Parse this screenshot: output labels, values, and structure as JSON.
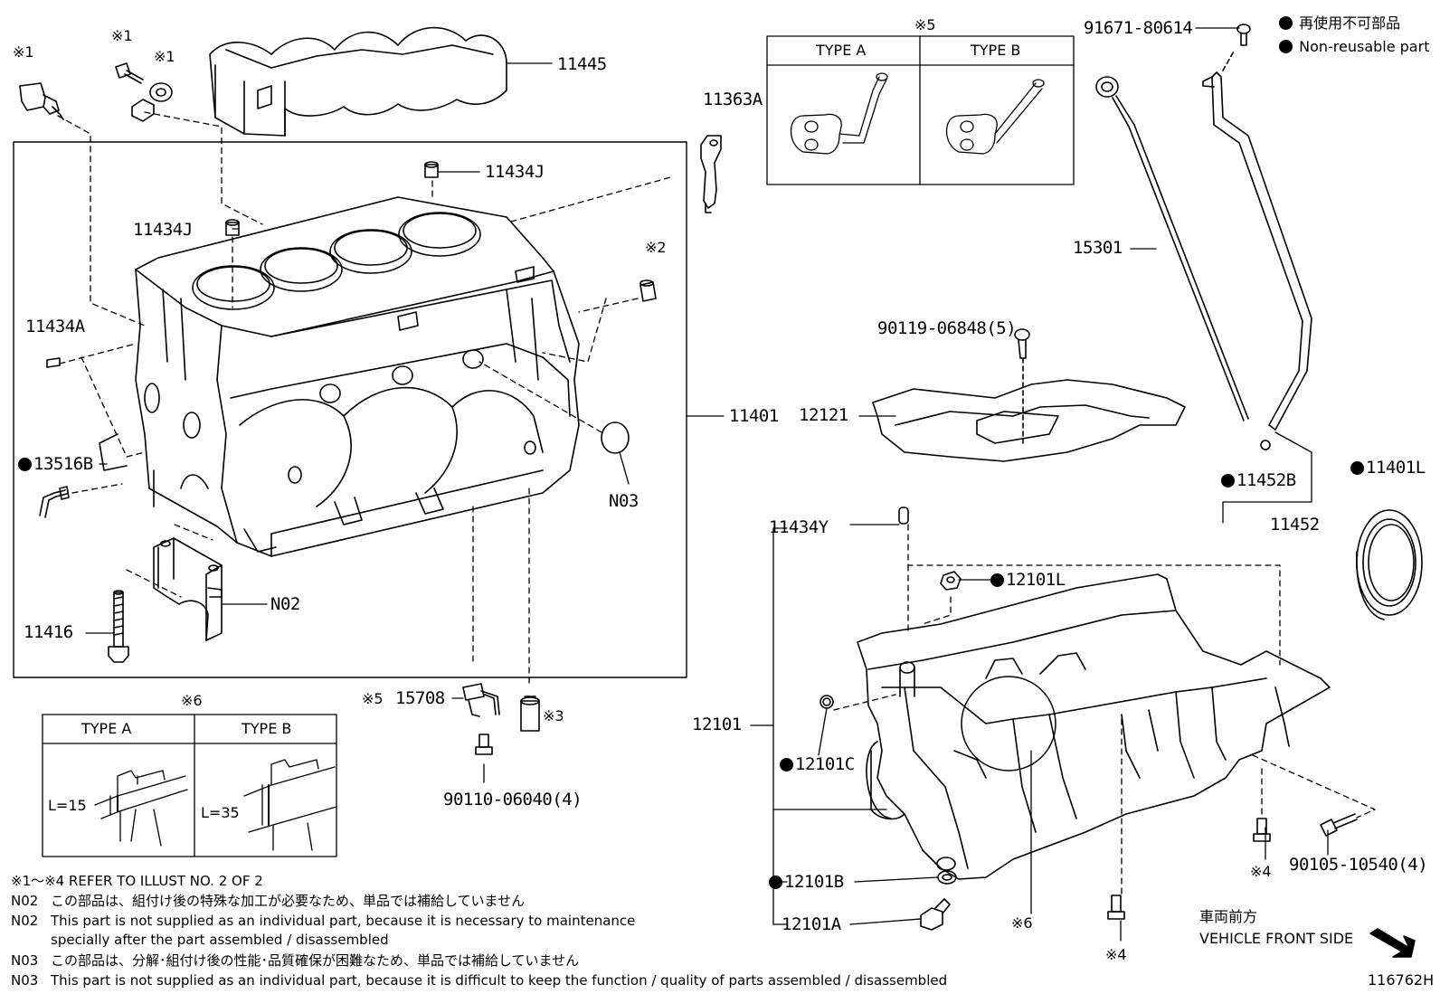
{
  "labels": {
    "p11445": "11445",
    "p11434J_top": "11434J",
    "p11434J_mid": "11434J",
    "p11434A": "11434A",
    "p13516B": "13516B",
    "p11416": "11416",
    "pN02": "N02",
    "pN03": "N03",
    "p11401": "11401",
    "p11363A": "11363A",
    "p15301": "15301",
    "p91671": "91671-80614",
    "p90119": "90119-06848(5)",
    "p12121": "12121",
    "p11452B": "11452B",
    "p11452": "11452",
    "p11401L": "11401L",
    "p11434Y": "11434Y",
    "p12101L": "12101L",
    "p12101": "12101",
    "p12101C": "12101C",
    "p12101B": "12101B",
    "p12101A": "12101A",
    "p15708": "15708",
    "p90110": "90110-06040(4)",
    "p90105": "90105-10540(4)"
  },
  "refs": {
    "r1a": "※1",
    "r1b": "※1",
    "r1c": "※1",
    "r2": "※2",
    "r3": "※3",
    "r4a": "※4",
    "r4b": "※4",
    "r5": "※5",
    "r5b": "※5",
    "r6": "※6",
    "r6b": "※6"
  },
  "legend": {
    "jp": "再使用不可部品",
    "en": "Non-reusable part"
  },
  "table5": {
    "typeA": "TYPE A",
    "typeB": "TYPE B"
  },
  "table6": {
    "typeA": "TYPE A",
    "typeB": "TYPE B",
    "lenA": "L=15",
    "lenB": "L=35"
  },
  "notes": {
    "n0": "※1～※4  REFER TO ILLUST NO. 2 OF 2",
    "n1_code": "N02",
    "n1_text": "この部品は、組付け後の特殊な加工が必要なため、単品では補給していません",
    "n2_code": "N02",
    "n2_text": "This part is not supplied as an individual part, because it is necessary to maintenance",
    "n2b_text": "specially after the part assembled / disassembled",
    "n3_code": "N03",
    "n3_text": "この部品は、分解･組付け後の性能･品質確保が困難なため、単品では補給していません",
    "n4_code": "N03",
    "n4_text": "This part is not supplied as an individual part, because it is difficult to keep the function / quality of parts  assembled / disassembled"
  },
  "front": {
    "jp": "車両前方",
    "en": "VEHICLE FRONT SIDE"
  },
  "illust_no": "116762H"
}
